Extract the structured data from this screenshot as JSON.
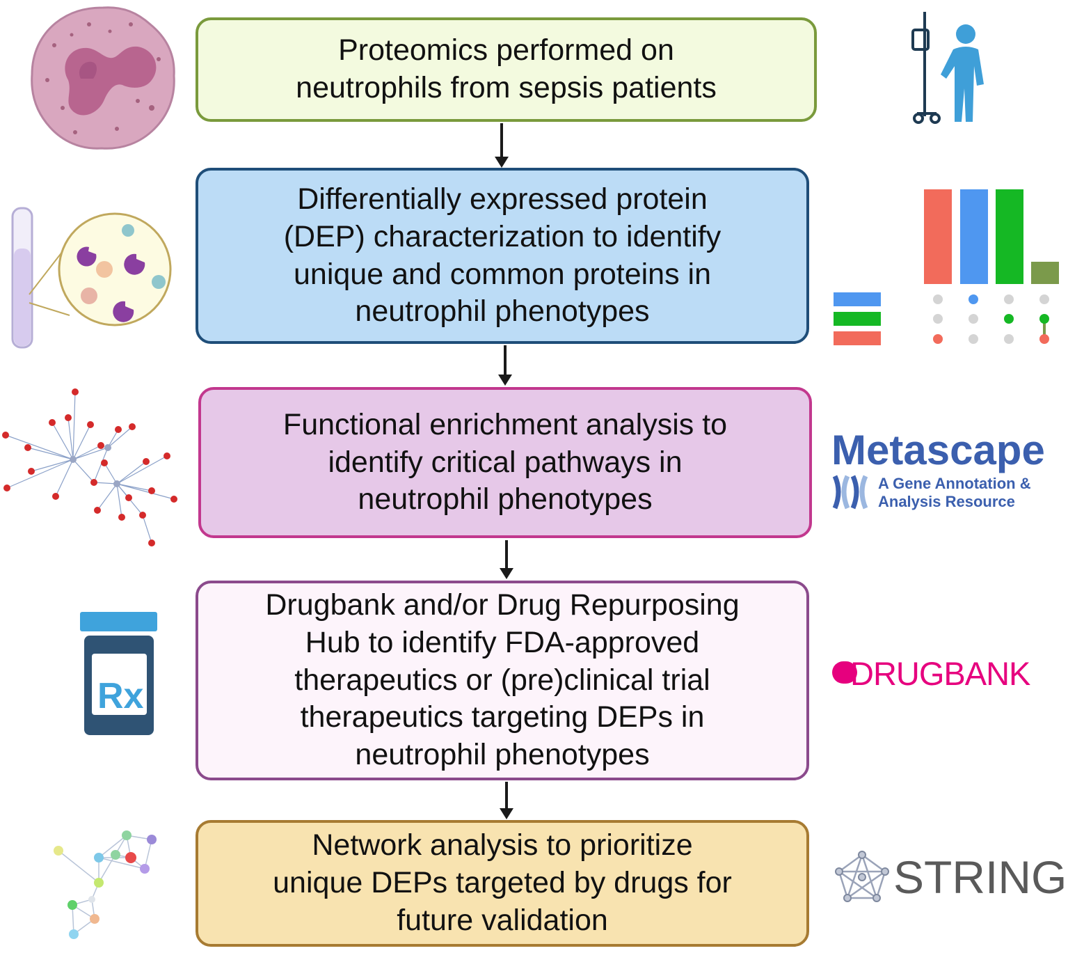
{
  "steps": [
    {
      "text": "Proteomics performed on\nneutrophils from sepsis patients",
      "fill": "#f3fadf",
      "border": "#7a9a3c"
    },
    {
      "text": "Differentially expressed protein\n(DEP) characterization to identify\nunique and common proteins in\nneutrophil phenotypes",
      "fill": "#bcdcf6",
      "border": "#1f4e79"
    },
    {
      "text": "Functional enrichment analysis to\nidentify critical pathways in\nneutrophil phenotypes",
      "fill": "#e6c8e8",
      "border": "#c2388e"
    },
    {
      "text": "Drugbank and/or Drug Repurposing\nHub to identify FDA-approved\ntherapeutics or (pre)clinical trial\ntherapeutics targeting DEPs in\nneutrophil phenotypes",
      "fill": "#fdf4fb",
      "border": "#8b4a8c"
    },
    {
      "text": "Network analysis to prioritize\nunique DEPs targeted by drugs for\nfuture validation",
      "fill": "#f8e3b0",
      "border": "#a77b32"
    }
  ],
  "logos": {
    "metascape_title": "Metascape",
    "metascape_line1": "A Gene Annotation &",
    "metascape_line2": "Analysis Resource",
    "drugbank": "DRUGBANK",
    "string": "STRING",
    "rx": "Rx"
  },
  "icons": [
    "neutrophil-cell-icon",
    "patient-iv-icon",
    "test-tube-magnified-icon",
    "upset-plot-icon",
    "network-graph-icon",
    "prescription-bottle-icon",
    "string-network-icon"
  ],
  "colors": {
    "metascape": "#3b5fae",
    "drugbank": "#e6007e",
    "string": "#5a5a5a"
  }
}
